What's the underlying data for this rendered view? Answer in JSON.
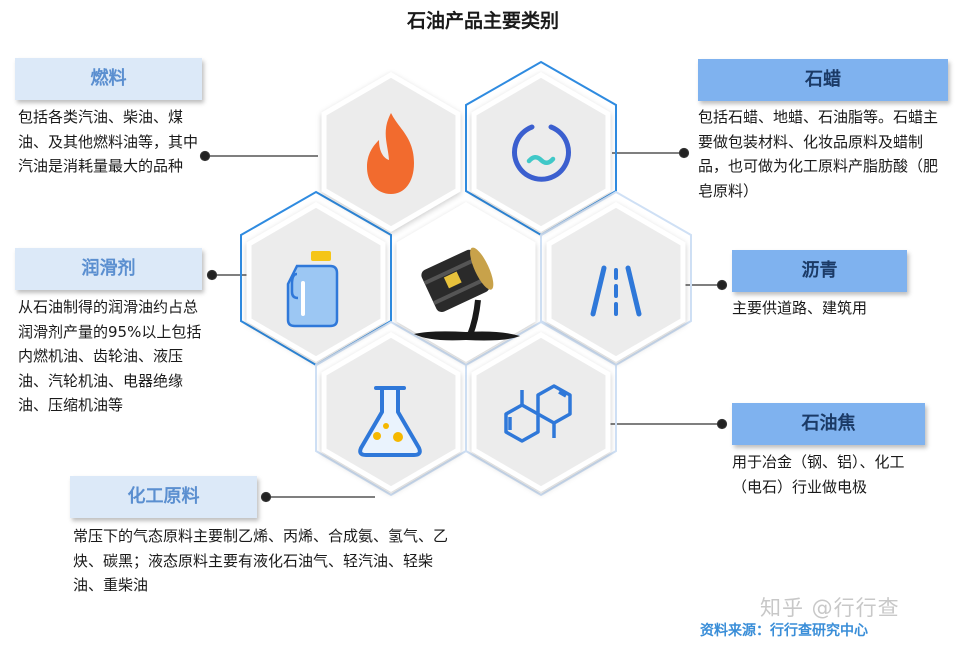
{
  "title": "石油产品主要类别",
  "categories": [
    {
      "name": "燃料",
      "description": "包括各类汽油、柴油、煤油、及其他燃料油等，其中汽油是消耗量最大的品种",
      "icon": "flame-icon"
    },
    {
      "name": "润滑剂",
      "description": "从石油制得的润滑油约占总润滑剂产量的95%以上包括内燃机油、齿轮油、液压油、汽轮机油、电器绝缘油、压缩机油等",
      "icon": "oil-can-icon"
    },
    {
      "name": "化工原料",
      "description": "常压下的气态原料主要制乙烯、丙烯、合成氨、氢气、乙炔、碳黑；液态原料主要有液化石油气、轻汽油、轻柴油、重柴油",
      "icon": "flask-icon"
    },
    {
      "name": "石蜡",
      "description": "包括石蜡、地蜡、石油脂等。石蜡主要做包装材料、化妆品原料及蜡制品，也可做为化工原料产脂肪酸（肥皂原料）",
      "icon": "wax-icon"
    },
    {
      "name": "沥青",
      "description": "主要供道路、建筑用",
      "icon": "road-icon"
    },
    {
      "name": "石油焦",
      "description": "用于冶金（钢、铝）、化工（电石）行业做电极",
      "icon": "molecule-icon"
    }
  ],
  "center_icon": "oil-barrel-icon",
  "source": "资料来源：行行查研究中心",
  "watermark": "知乎 @行行查",
  "colors": {
    "accent": "#2f8be0",
    "label_light": "#dce9f8",
    "label_dark": "#7fb2ef",
    "flame": "#f26b2e",
    "cyan": "#40c8c8"
  }
}
